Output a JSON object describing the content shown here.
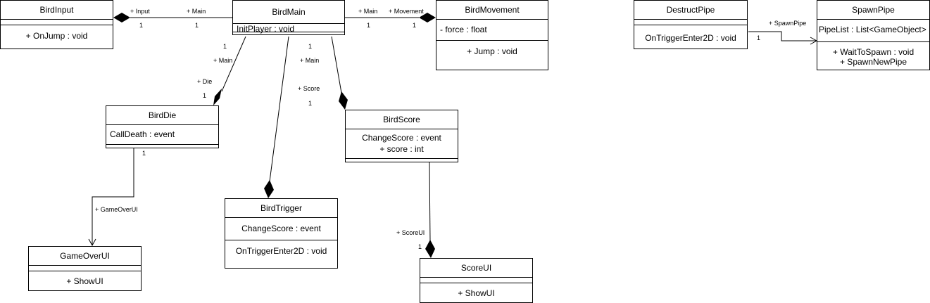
{
  "classes": {
    "bird_input": {
      "name": "BirdInput",
      "methods": [
        "+ OnJump : void"
      ]
    },
    "bird_main": {
      "name": "BirdMain",
      "attributes": [
        "InitPlayer : void"
      ]
    },
    "bird_movement": {
      "name": "BirdMovement",
      "attributes": [
        "- force : float"
      ],
      "methods": [
        "+ Jump : void"
      ]
    },
    "destruct_pipe": {
      "name": "DestructPipe",
      "methods": [
        "OnTriggerEnter2D : void"
      ]
    },
    "spawn_pipe": {
      "name": "SpawnPipe",
      "attributes": [
        "PipeList : List<GameObject>"
      ],
      "methods": [
        "+ WaitToSpawn : void",
        "+ SpawnNewPipe"
      ]
    },
    "bird_die": {
      "name": "BirdDie",
      "attributes": [
        "CallDeath : event"
      ]
    },
    "bird_score": {
      "name": "BirdScore",
      "attributes": [
        "ChangeScore : event",
        "+ score : int"
      ]
    },
    "bird_trigger": {
      "name": "BirdTrigger",
      "attributes": [
        "ChangeScore : event"
      ],
      "methods": [
        "OnTriggerEnter2D : void"
      ]
    },
    "game_over_ui": {
      "name": "GameOverUI",
      "methods": [
        "+ ShowUI"
      ]
    },
    "score_ui": {
      "name": "ScoreUI",
      "methods": [
        "+ ShowUI"
      ]
    }
  },
  "edge_labels": {
    "input_role": "+ Input",
    "input_main_role": "+ Main",
    "input_mult_a": "1",
    "input_mult_b": "1",
    "movement_main_role": "+ Main",
    "movement_role": "+ Movement",
    "movement_mult_a": "1",
    "movement_mult_b": "1",
    "die_main_mult": "1",
    "die_main_role": "+ Main",
    "die_role": "+ Die",
    "die_mult": "1",
    "score_main_mult": "1",
    "score_main_role": "+ Main",
    "score_role": "+ Score",
    "score_mult": "1",
    "gameover_mult": "1",
    "gameover_role": "+ GameOverUI",
    "scoreui_role": "+ ScoreUI",
    "scoreui_mult": "1",
    "spawnpipe_role": "+ SpawnPipe",
    "spawnpipe_mult": "1"
  }
}
